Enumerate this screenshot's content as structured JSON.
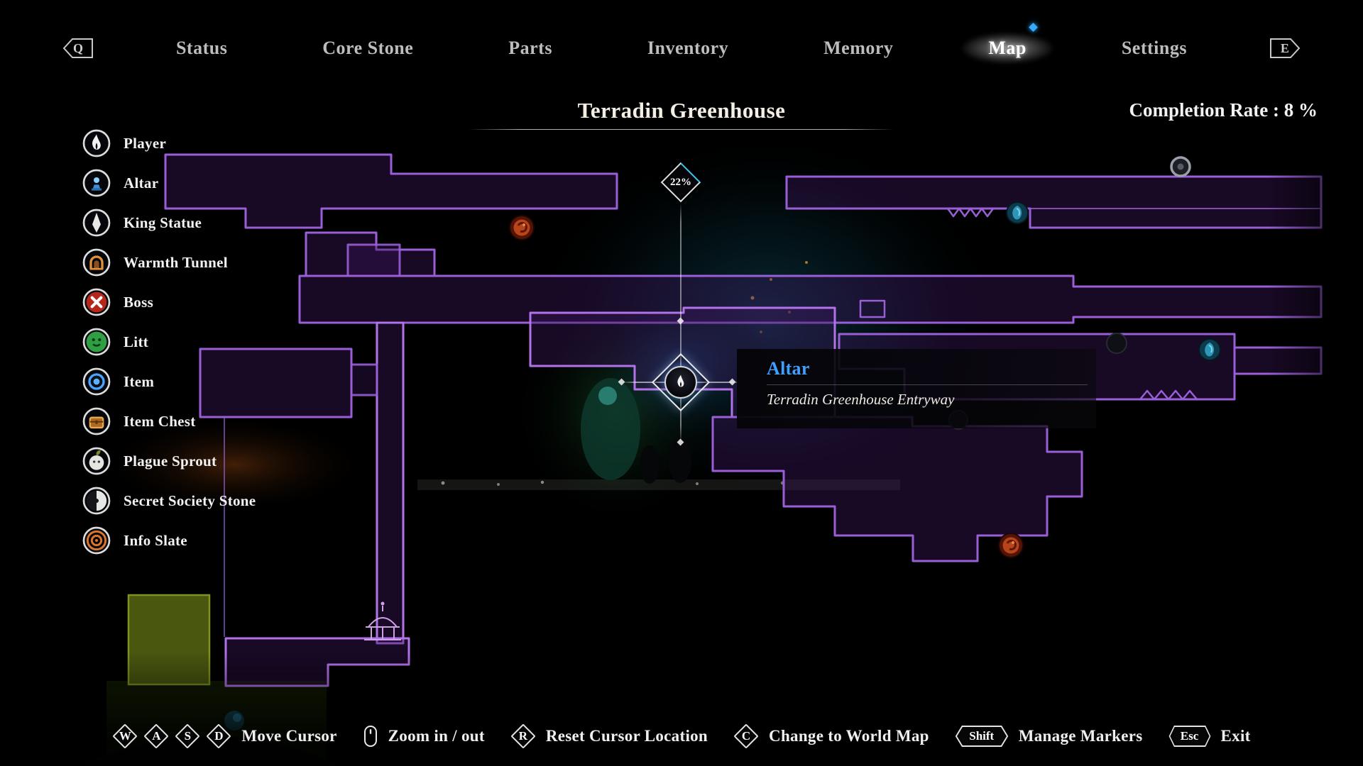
{
  "nav": {
    "left_key": "Q",
    "right_key": "E",
    "items": [
      {
        "label": "Status"
      },
      {
        "label": "Core Stone"
      },
      {
        "label": "Parts"
      },
      {
        "label": "Inventory"
      },
      {
        "label": "Memory"
      },
      {
        "label": "Map",
        "selected": true
      },
      {
        "label": "Settings"
      }
    ]
  },
  "header": {
    "title": "Terradin Greenhouse",
    "completion": "Completion Rate : 8 %"
  },
  "legend": {
    "items": [
      {
        "label": "Player",
        "icon": "player-flame-icon"
      },
      {
        "label": "Altar",
        "icon": "altar-icon"
      },
      {
        "label": "King Statue",
        "icon": "king-statue-icon"
      },
      {
        "label": "Warmth Tunnel",
        "icon": "warmth-tunnel-icon"
      },
      {
        "label": "Boss",
        "icon": "boss-icon"
      },
      {
        "label": "Litt",
        "icon": "litt-icon"
      },
      {
        "label": "Item",
        "icon": "item-icon"
      },
      {
        "label": "Item Chest",
        "icon": "item-chest-icon"
      },
      {
        "label": "Plague Sprout",
        "icon": "plague-sprout-icon"
      },
      {
        "label": "Secret Society Stone",
        "icon": "secret-society-stone-icon"
      },
      {
        "label": "Info Slate",
        "icon": "info-slate-icon"
      }
    ]
  },
  "map": {
    "zone_percent": "22%",
    "tooltip": {
      "title": "Altar",
      "subtitle": "Terradin Greenhouse Entryway"
    }
  },
  "controls": [
    {
      "keys": [
        "W",
        "A",
        "S",
        "D"
      ],
      "label": "Move Cursor"
    },
    {
      "icon": "mouse-icon",
      "label": "Zoom in / out"
    },
    {
      "keys": [
        "R"
      ],
      "label": "Reset Cursor Location"
    },
    {
      "keys": [
        "C"
      ],
      "label": "Change to World Map"
    },
    {
      "keys": [
        "Shift"
      ],
      "label": "Manage Markers"
    },
    {
      "keys": [
        "Esc"
      ],
      "label": "Exit"
    }
  ],
  "colors": {
    "map_outline": "#9a5fd8",
    "accent_blue": "#3da1ff",
    "cyan_highlight": "#3ac4f2",
    "nav_selected_diamond": "#35aaff"
  }
}
